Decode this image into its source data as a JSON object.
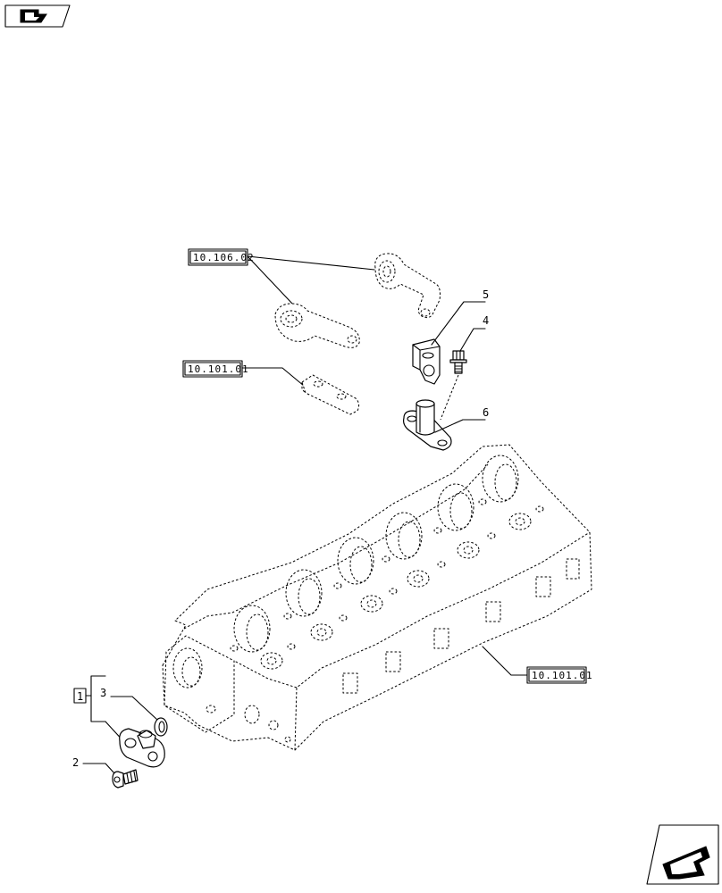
{
  "references": {
    "ref_rocker_arms": "10.106.02",
    "ref_tappet": "10.101.01",
    "ref_head": "10.101.01",
    "kit_label": "1"
  },
  "callouts": {
    "item_2": "2",
    "item_3": "3",
    "item_4": "4",
    "item_5": "5",
    "item_6": "6"
  },
  "icons": {
    "top_left": "previous-page-icon",
    "bottom_right": "next-page-icon"
  }
}
